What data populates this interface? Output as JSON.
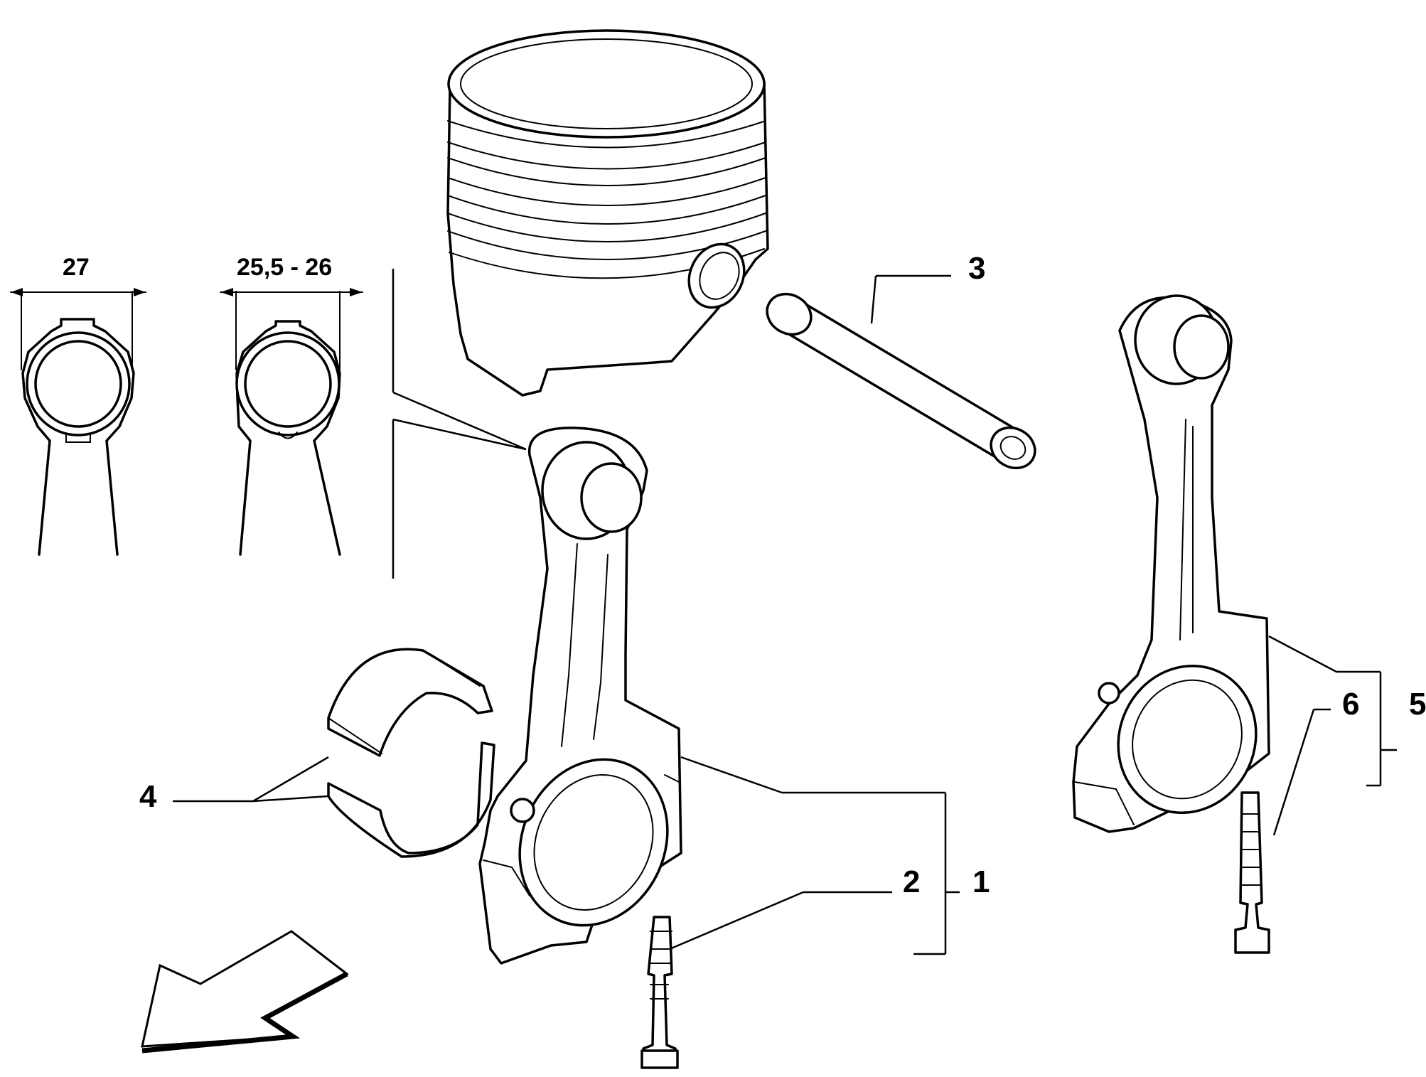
{
  "dimensions": {
    "rod_a": "27",
    "rod_b": "25,5 - 26"
  },
  "callouts": {
    "c1": "1",
    "c2": "2",
    "c3": "3",
    "c4": "4",
    "c5": "5",
    "c6": "6"
  },
  "colors": {
    "ink": "#000000",
    "paper": "#ffffff"
  }
}
